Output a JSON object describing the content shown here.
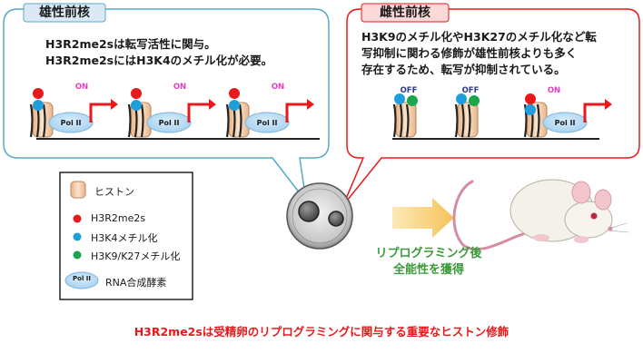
{
  "male": {
    "title": "雄性前核",
    "line1": "H3R2me2sは転写活性に関与。",
    "line2": "H3R2me2sにはH3K4のメチル化が必要。",
    "status": [
      "ON",
      "ON",
      "ON"
    ],
    "enzyme": "Pol II"
  },
  "female": {
    "title": "雌性前核",
    "line1": "H3K9のメチル化やH3K27のメチル化など転",
    "line2": "写抑制に関わる修飾が雄性前核よりも多く",
    "line3": "存在するため、転写が抑制されている。",
    "status": [
      "OFF",
      "OFF",
      "ON"
    ],
    "enzyme": "Pol II"
  },
  "legend": {
    "histone": "ヒストン",
    "red": "H3R2me2s",
    "blue": "H3K4メチル化",
    "green": "H3K9/K27メチル化",
    "pol_icon": "Pol II",
    "pol": "RNA合成酵素"
  },
  "repro": {
    "line1": "リプログラミング後",
    "line2": "全能性を獲得"
  },
  "footer": "H3R2me2sは受精卵のリプログラミングに関与する重要なヒストン修飾",
  "colors": {
    "red_mark": "#e8191b",
    "blue_mark": "#1e9fdc",
    "green_mark": "#1aa64a",
    "male_border": "#55aac8",
    "female_border": "#e8191b",
    "on_text": "#e040c0",
    "off_text": "#2a3a8c",
    "arrow": "#e8191b",
    "repro_text": "#3a9a3a"
  }
}
